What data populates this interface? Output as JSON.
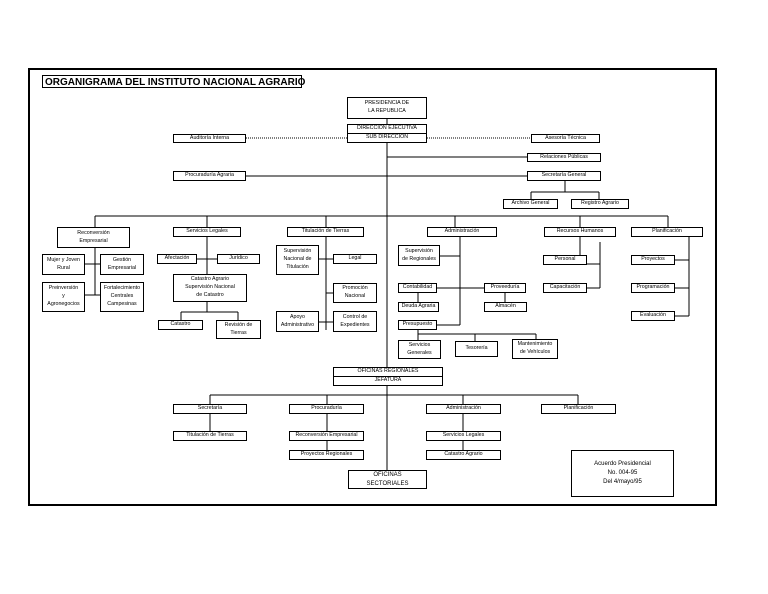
{
  "title": "ORGANIGRAMA DEL INSTITUTO NACIONAL AGRARIO",
  "nodes": {
    "presidencia": [
      "PRESIDENCIA DE",
      "LA REPUBLICA"
    ],
    "direccion": [
      "DIRECCION EJECUTIVA",
      "SUB DIRECCION"
    ],
    "auditoria": [
      "Auditoría Interna"
    ],
    "asesoria": [
      "Asesoría Técnica"
    ],
    "relaciones": [
      "Relaciones Públicas"
    ],
    "procuraduria_agraria": [
      "Procuraduría Agraria"
    ],
    "secretaria_general": [
      "Secretaría General"
    ],
    "archivo": [
      "Archivo General"
    ],
    "registro": [
      "Registro Agrario"
    ],
    "reconversion": [
      "Reconversión",
      "Empresarial"
    ],
    "mujer_joven": [
      "Mujer y Joven",
      "Rural"
    ],
    "gestion": [
      "Gestión",
      "Empresarial"
    ],
    "preinversion": [
      "Preinversión",
      "y",
      "Agronegocios"
    ],
    "fortalecimiento": [
      "Fortalecimiento",
      "Centrales",
      "Campesinas"
    ],
    "servicios_legales": [
      "Servicios Legales"
    ],
    "afectacion": [
      "Afectación"
    ],
    "juridico": [
      "Jurídico"
    ],
    "catastro_agrario": [
      "Catastro Agrario",
      "Supervisión Nacional",
      "de Catastro"
    ],
    "catastro": [
      "Catastro"
    ],
    "revision": [
      "Revisión de",
      "Tierras"
    ],
    "titulacion": [
      "Titulación de Tierras"
    ],
    "supervision_titulacion": [
      "Supervisión",
      "Nacional de",
      "Titulación"
    ],
    "legal": [
      "Legal"
    ],
    "promocion": [
      "Promoción",
      "Nacional"
    ],
    "apoyo": [
      "Apoyo",
      "Administrativo"
    ],
    "control": [
      "Control de",
      "Expedientes"
    ],
    "administracion": [
      "Administración"
    ],
    "supervision_regionales": [
      "Supervisión",
      "de Regionales"
    ],
    "contabilidad": [
      "Contabilidad"
    ],
    "proveeduria": [
      "Proveeduría"
    ],
    "deuda": [
      "Deuda Agraria"
    ],
    "almacen": [
      "Almacén"
    ],
    "presupuesto": [
      "Presupuesto"
    ],
    "servicios_generales": [
      "Servicios",
      "Generales"
    ],
    "tesoreria": [
      "Tesorería"
    ],
    "mantenimiento": [
      "Mantenimiento",
      "de Vehículos"
    ],
    "recursos_humanos": [
      "Recursos Humanos"
    ],
    "personal": [
      "Personal"
    ],
    "capacitacion": [
      "Capacitación"
    ],
    "planificacion": [
      "Planificación"
    ],
    "proyectos": [
      "Proyectos"
    ],
    "programacion": [
      "Programación"
    ],
    "evaluacion": [
      "Evaluación"
    ],
    "oficinas_regionales": [
      "OFICINAS REGIONALES",
      "JEFATURA"
    ],
    "reg_secretaria": [
      "Secretaría"
    ],
    "reg_procuraduria": [
      "Procuraduría"
    ],
    "reg_administracion": [
      "Administración"
    ],
    "reg_planificacion": [
      "Planificación"
    ],
    "reg_titulacion": [
      "Titulación de Tierras"
    ],
    "reg_reconversion": [
      "Reconversión Empresarial"
    ],
    "reg_proyectos": [
      "Proyectos Regionales"
    ],
    "reg_servicios_legales": [
      "Servicios Legales"
    ],
    "reg_catastro": [
      "Catastro Agrario"
    ],
    "oficinas_sectoriales": [
      "OFICINAS",
      "SECTORIALES"
    ],
    "acuerdo": [
      "Acuerdo Presidencial",
      "No. 004-95",
      "Del 4/mayo/95"
    ]
  }
}
